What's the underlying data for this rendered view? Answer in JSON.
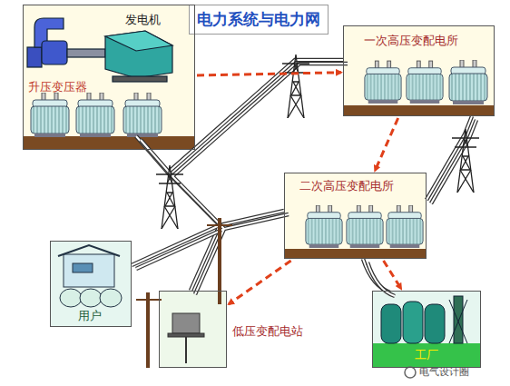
{
  "diagram": {
    "title": "电力系统与电力网",
    "nodes": [
      {
        "text": [
          "发电机",
          "升压变压器"
        ]
      },
      {
        "text": [
          "一次高压变配电所"
        ]
      },
      {
        "text": [
          "二次高压变配电所"
        ]
      },
      {
        "text": [
          "用户"
        ]
      },
      {
        "text": [
          "低压变配电站"
        ]
      },
      {
        "text": [
          "工厂"
        ]
      }
    ],
    "edges": [
      {
        "from": 0,
        "to": 1,
        "arrow": "to"
      },
      {
        "from": 1,
        "to": 2,
        "arrow": "to"
      },
      {
        "from": 2,
        "to": 5,
        "arrow": "to"
      },
      {
        "from": 2,
        "to": 4,
        "arrow": "to"
      }
    ],
    "labels": [
      "电气设计圈"
    ]
  }
}
